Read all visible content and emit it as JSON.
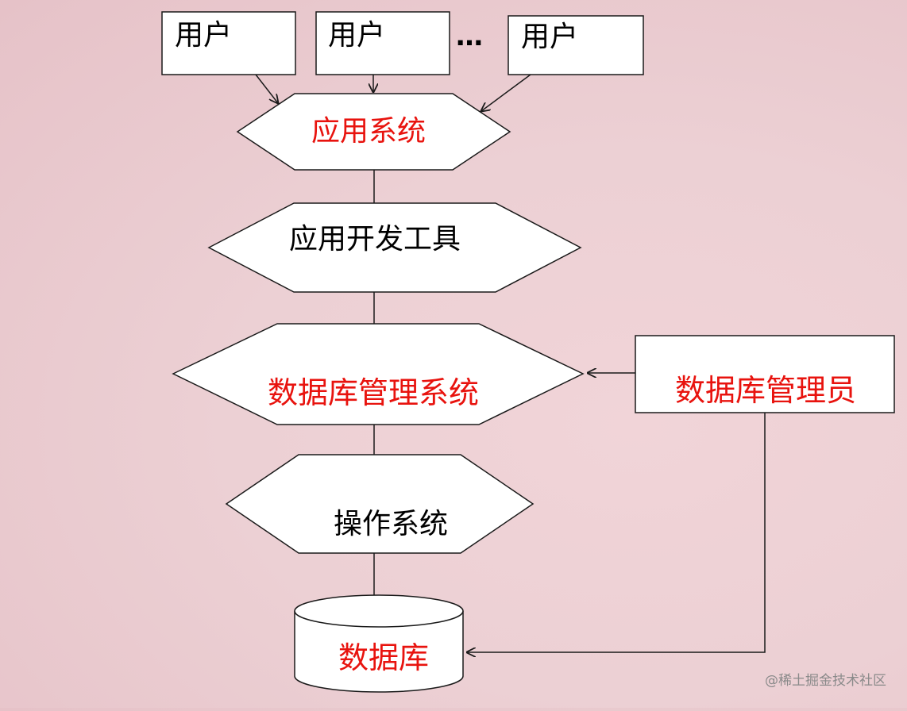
{
  "diagram": {
    "users": [
      {
        "label": "用户"
      },
      {
        "label": "用户"
      },
      {
        "label": "用户"
      }
    ],
    "ellipsis": "…",
    "app_system": "应用系统",
    "dev_tools": "应用开发工具",
    "dbms": "数据库管理系统",
    "os": "操作系统",
    "database": "数据库",
    "dba": "数据库管理员"
  },
  "watermark": "@稀土掘金技术社区",
  "colors": {
    "highlight_text": "#e8130e",
    "normal_text": "#000000",
    "box_fill": "#ffffff",
    "stroke": "#1a1a1a"
  }
}
